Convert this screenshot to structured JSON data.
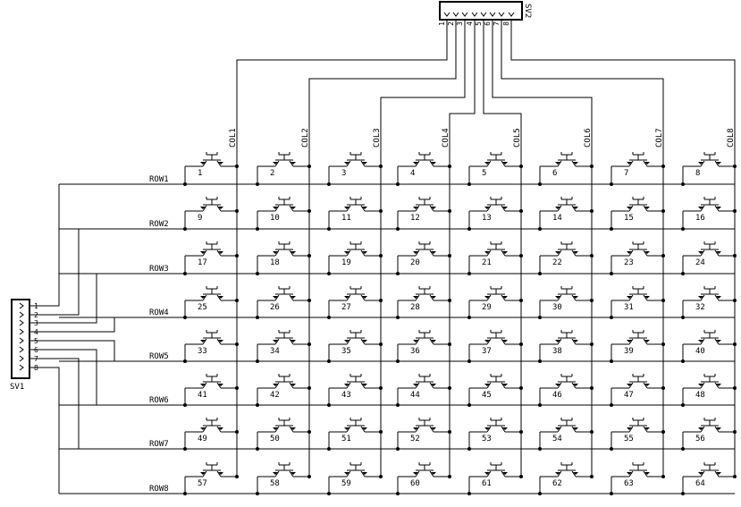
{
  "header_top": {
    "name": "SV2",
    "pins": [
      "1",
      "2",
      "3",
      "4",
      "5",
      "6",
      "7",
      "8"
    ]
  },
  "header_left": {
    "name": "SV1",
    "pins": [
      "1",
      "2",
      "3",
      "4",
      "5",
      "6",
      "7",
      "8"
    ]
  },
  "columns": [
    "COL1",
    "COL2",
    "COL3",
    "COL4",
    "COL5",
    "COL6",
    "COL7",
    "COL8"
  ],
  "rows": [
    "ROW1",
    "ROW2",
    "ROW3",
    "ROW4",
    "ROW5",
    "ROW6",
    "ROW7",
    "ROW8"
  ],
  "switches": [
    "1",
    "2",
    "3",
    "4",
    "5",
    "6",
    "7",
    "8",
    "9",
    "10",
    "11",
    "12",
    "13",
    "14",
    "15",
    "16",
    "17",
    "18",
    "19",
    "20",
    "21",
    "22",
    "23",
    "24",
    "25",
    "26",
    "27",
    "28",
    "29",
    "30",
    "31",
    "32",
    "33",
    "34",
    "35",
    "36",
    "37",
    "38",
    "39",
    "40",
    "41",
    "42",
    "43",
    "44",
    "45",
    "46",
    "47",
    "48",
    "49",
    "50",
    "51",
    "52",
    "53",
    "54",
    "55",
    "56",
    "57",
    "58",
    "59",
    "60",
    "61",
    "62",
    "63",
    "64"
  ]
}
